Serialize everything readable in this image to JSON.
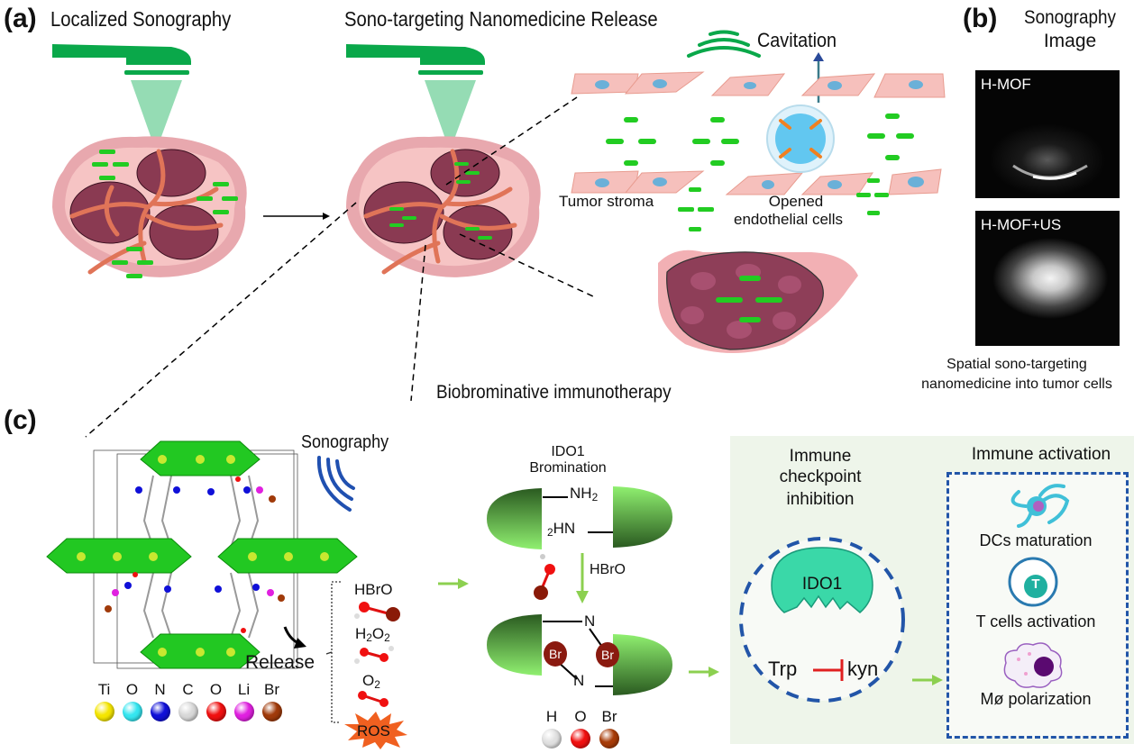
{
  "panel_a": {
    "label": "(a)",
    "title_left": "Localized Sonography",
    "title_mid": "Sono-targeting Nanomedicine Release",
    "cavitation": "Cavitation",
    "tumor_stroma": "Tumor stroma",
    "opened_line1": "Opened",
    "opened_line2": "endothelial cells"
  },
  "panel_b": {
    "label": "(b)",
    "title_line1": "Sonography",
    "title_line2": "Image",
    "image1_label": "H-MOF",
    "image2_label": "H-MOF+US",
    "caption_line1": "Spatial sono-targeting",
    "caption_line2": "nanomedicine into tumor cells"
  },
  "biobrominative": "Biobrominative immunotherapy",
  "panel_c": {
    "label": "(c)",
    "sonography": "Sonography",
    "release": "Release",
    "legend": [
      {
        "symbol": "Ti",
        "color": "#f5e600"
      },
      {
        "symbol": "O",
        "color": "#35e6f0"
      },
      {
        "symbol": "N",
        "color": "#1010d8"
      },
      {
        "symbol": "C",
        "color": "#d8d8d8"
      },
      {
        "symbol": "O",
        "color": "#f01010"
      },
      {
        "symbol": "Li",
        "color": "#e020e0"
      },
      {
        "symbol": "Br",
        "color": "#a03a0a"
      }
    ],
    "ros_species": [
      {
        "name": "HBrO"
      },
      {
        "name_main": "H",
        "sub1": "2",
        "mid": "O",
        "sub2": "2"
      },
      {
        "name_main": "O",
        "sub1": "2"
      }
    ],
    "ros_label": "ROS",
    "ido1_line1": "IDO1",
    "ido1_line2": "Bromination",
    "nh2_top": "NH",
    "nh2_sub": "2",
    "hn_sub": "2",
    "hn_bottom": "HN",
    "hbro": "HBrO",
    "n_top": "N",
    "n_bottom": "N",
    "br1": "Br",
    "br2": "Br",
    "atom_legend": [
      {
        "symbol": "H",
        "color": "#e0e0e0"
      },
      {
        "symbol": "O",
        "color": "#f01010"
      },
      {
        "symbol": "Br",
        "color": "#a83c08"
      }
    ],
    "checkpoint_line1": "Immune",
    "checkpoint_line2": "checkpoint",
    "checkpoint_line3": "inhibition",
    "ido1_enzyme": "IDO1",
    "trp": "Trp",
    "kyn": "kyn",
    "activation_title": "Immune activation",
    "dcs": "DCs maturation",
    "tcells": "T cells activation",
    "t_glyph": "T",
    "macrophage": "Mø polarization"
  },
  "colors": {
    "probe_green": "#0aa84a",
    "beam_green": "#8ad8ac",
    "tumor_pink": "#f2b8b8",
    "tumor_dark": "#8a3a52",
    "vessel": "#e07458",
    "mof_green": "#22cc22",
    "arrow_green": "#8cd050",
    "dashed_blue": "#2255a8",
    "panel_bg": "#eef5ea",
    "inhibit_red": "#e02020",
    "ido_teal": "#3ad8a8"
  }
}
